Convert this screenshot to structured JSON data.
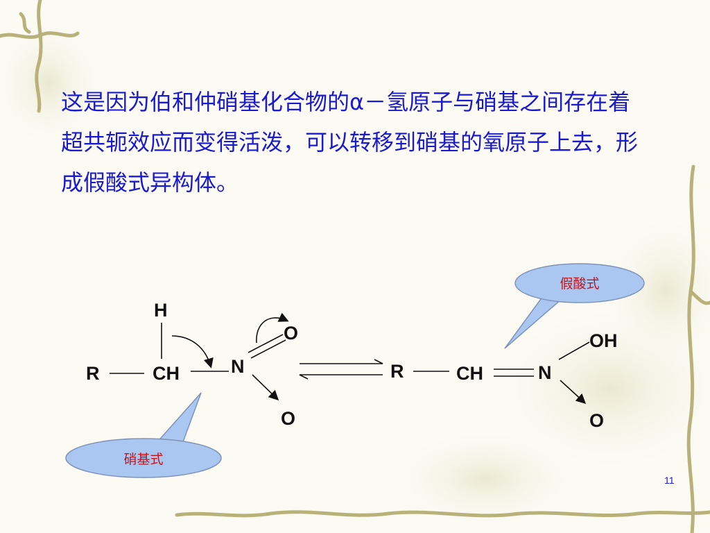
{
  "slide": {
    "paragraph": "这是因为伯和仲硝基化合物的α－氢原子与硝基之间存在着超共轭效应而变得活泼，可以转移到硝基的氧原子上去，形成假酸式异构体。",
    "page_number": "11"
  },
  "diagram": {
    "left": {
      "atom_r": "R",
      "atom_ch": "CH",
      "atom_h": "H",
      "atom_n": "N",
      "atom_o_top": "O",
      "atom_o_bottom": "O",
      "callout": "硝基式"
    },
    "right": {
      "atom_r": "R",
      "atom_ch": "CH",
      "atom_n": "N",
      "atom_oh": "OH",
      "atom_o": "O",
      "callout": "假酸式"
    }
  },
  "colors": {
    "text": "#1a1ad0",
    "callout_fill": "#a9c7f0",
    "callout_text": "#c0141c",
    "vine": "#b8b27a"
  }
}
